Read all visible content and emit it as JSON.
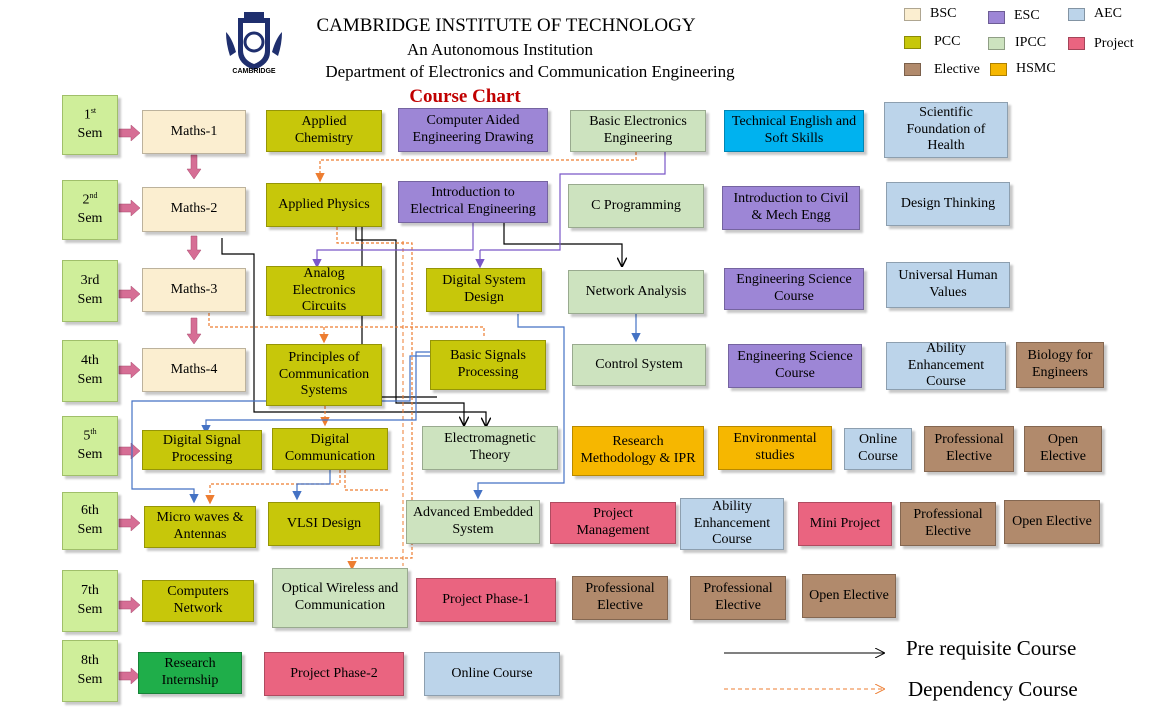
{
  "header": {
    "title": "CAMBRIDGE INSTITUTE OF TECHNOLOGY",
    "subtitle": "An Autonomous Institution",
    "department": "Department of Electronics and Communication Engineering",
    "chart_title": "Course Chart",
    "logo_text": "CAMBRIDGE"
  },
  "legend": {
    "items": [
      {
        "label": "BSC",
        "color": "#fbeed0"
      },
      {
        "label": "ESC",
        "color": "#9d86d6"
      },
      {
        "label": "AEC",
        "color": "#bcd4ea"
      },
      {
        "label": "PCC",
        "color": "#c7c70a"
      },
      {
        "label": "IPCC",
        "color": "#cde3bf"
      },
      {
        "label": "Project",
        "color": "#ea6480"
      },
      {
        "label": "Elective",
        "color": "#b18a6c"
      },
      {
        "label": "HSMC",
        "color": "#f6b700"
      }
    ]
  },
  "line_key": {
    "prerequisite": "Pre requisite Course",
    "dependency": "Dependency Course"
  },
  "semesters": [
    {
      "num": "1",
      "sup": "st",
      "word": "Sem"
    },
    {
      "num": "2",
      "sup": "nd",
      "word": "Sem"
    },
    {
      "num": "3rd",
      "sup": "",
      "word": "Sem"
    },
    {
      "num": "4th",
      "sup": "",
      "word": "Sem"
    },
    {
      "num": "5",
      "sup": "th",
      "word": "Sem"
    },
    {
      "num": "6th",
      "sup": "",
      "word": "Sem"
    },
    {
      "num": "7th",
      "sup": "",
      "word": "Sem"
    },
    {
      "num": "8th",
      "sup": "",
      "word": "Sem"
    }
  ],
  "courses": {
    "s1": [
      "Maths-1",
      "Applied Chemistry",
      "Computer Aided Engineering Drawing",
      "Basic Electronics Engineering",
      "Technical English and Soft Skills",
      "Scientific Foundation of Health"
    ],
    "s2": [
      "Maths-2",
      "Applied Physics",
      "Introduction to Electrical Engineering",
      "C Programming",
      "Introduction to Civil & Mech Engg",
      "Design Thinking"
    ],
    "s3": [
      "Maths-3",
      "Analog Electronics Circuits",
      "Digital System Design",
      "Network Analysis",
      "Engineering Science Course",
      "Universal Human Values"
    ],
    "s4": [
      "Maths-4",
      "Principles of Communication Systems",
      "Basic Signals Processing",
      "Control System",
      "Engineering Science Course",
      "Ability Enhancement Course",
      "Biology for Engineers"
    ],
    "s5": [
      "Digital Signal Processing",
      "Digital Communication",
      "Electromagnetic Theory",
      "Research Methodology & IPR",
      "Environmental studies",
      "Online Course",
      "Professional Elective",
      "Open Elective"
    ],
    "s6": [
      "Micro waves & Antennas",
      "VLSI Design",
      "Advanced Embedded System",
      "Project Management",
      "Ability Enhancement Course",
      "Mini Project",
      "Professional Elective",
      "Open Elective"
    ],
    "s7": [
      "Computers Network",
      "Optical Wireless and Communication",
      "Project Phase-1",
      "Professional Elective",
      "Professional Elective",
      "Open Elective"
    ],
    "s8": [
      "Research Internship",
      "Project Phase-2",
      "Online Course"
    ]
  },
  "colors": {
    "prerequisite_line": "#000000",
    "dependency_line": "#ed7d31",
    "esc_line": "#7a57c8",
    "blue_line": "#4472c4",
    "sem_arrow": "#d66e95"
  }
}
